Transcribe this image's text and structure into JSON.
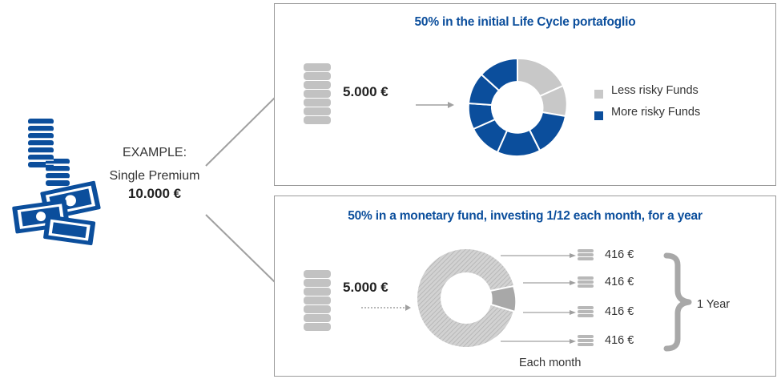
{
  "example": {
    "label": "EXAMPLE:",
    "premium_label": "Single Premium",
    "amount": "10.000 €"
  },
  "top_panel": {
    "title": "50% in the initial Life Cycle portafoglio",
    "amount": "5.000 €",
    "legend": [
      {
        "label": "Less risky Funds",
        "color": "#c8c8c8"
      },
      {
        "label": "More risky Funds",
        "color": "#0b4e9c"
      }
    ]
  },
  "bottom_panel": {
    "title": "50% in a monetary fund, investing 1/12 each month, for a year",
    "amount": "5.000 €",
    "installments": [
      "416 €",
      "416 €",
      "416 €",
      "416 €"
    ],
    "period_label": "1 Year",
    "frequency_label": "Each month"
  },
  "colors": {
    "brand_blue": "#0b4e9c",
    "grey_light": "#c8c8c8",
    "grey_mid": "#a8a8a8",
    "frame_grey": "#9b9b9b"
  }
}
